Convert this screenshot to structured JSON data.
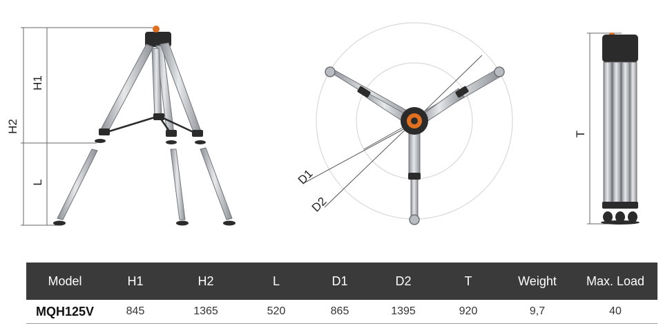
{
  "diagram": {
    "labels": {
      "h1": "H1",
      "h2": "H2",
      "l": "L",
      "d1": "D1",
      "d2": "D2",
      "t": "T"
    },
    "colors": {
      "tube": "#c9ccd0",
      "tube_edge": "#6f7378",
      "joint": "#2b2b2b",
      "accent": "#e0701f",
      "circle": "#d9d9d9",
      "dimension": "#555555"
    }
  },
  "table": {
    "headers": [
      "Model",
      "H1",
      "H2",
      "L",
      "D1",
      "D2",
      "T",
      "Weight",
      "Max. Load"
    ],
    "rows": [
      [
        "MQH125V",
        "845",
        "1365",
        "520",
        "865",
        "1395",
        "920",
        "9,7",
        "40"
      ]
    ],
    "colors": {
      "header_bg": "#3a3a3a",
      "header_text": "#ffffff"
    }
  }
}
